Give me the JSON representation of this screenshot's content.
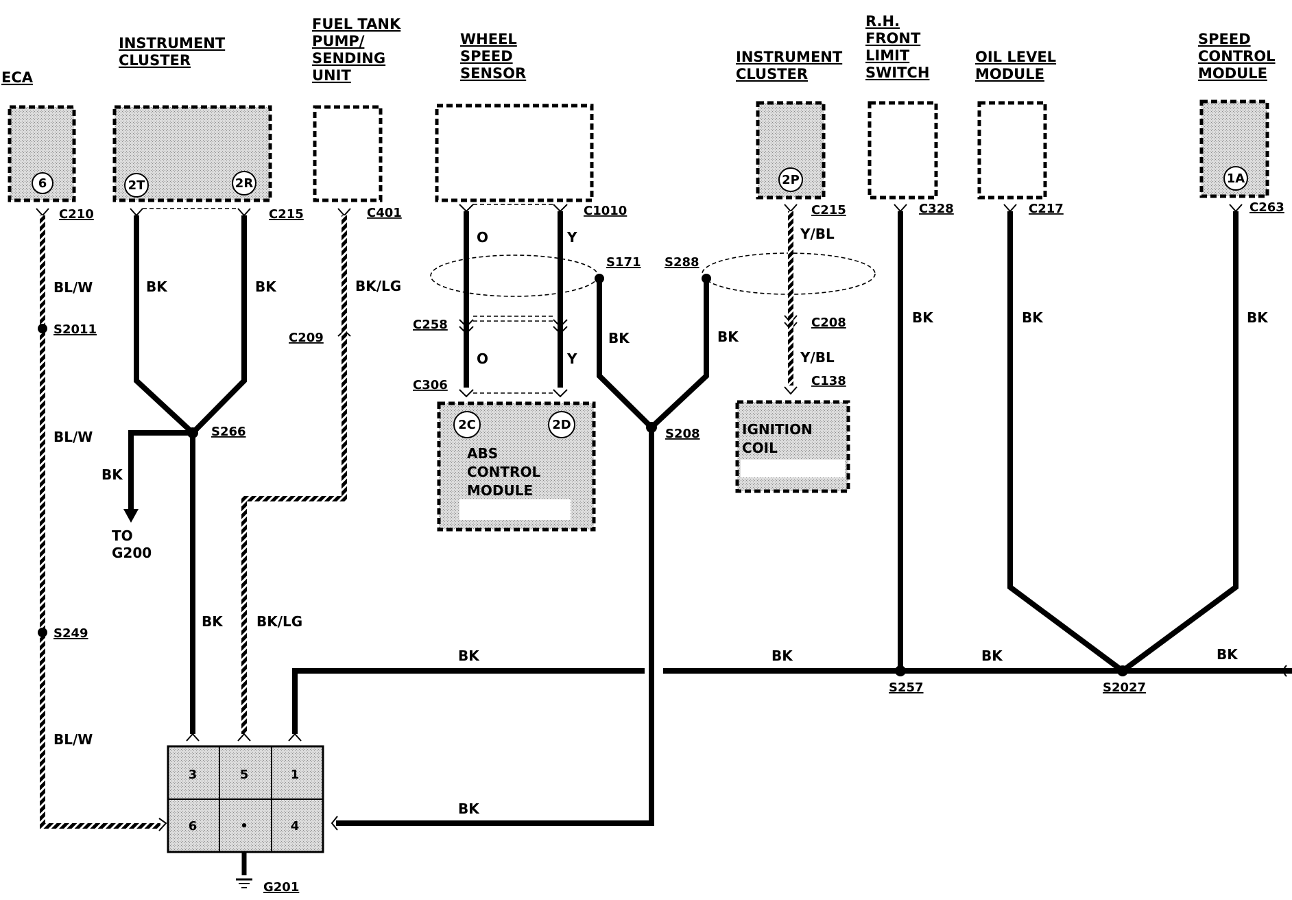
{
  "components": {
    "eca": {
      "title": [
        "ECA"
      ],
      "pin": "6",
      "connector": "C210"
    },
    "instrument_cluster_1": {
      "title": [
        "INSTRUMENT",
        "CLUSTER"
      ],
      "pins": [
        "2T",
        "2R"
      ],
      "connector": "C215"
    },
    "fuel_tank_pump": {
      "title": [
        "FUEL TANK",
        "PUMP/",
        "SENDING",
        "UNIT"
      ],
      "connector": "C401"
    },
    "wheel_speed_sensor": {
      "title": [
        "WHEEL",
        "SPEED",
        "SENSOR"
      ],
      "connector": "C1010"
    },
    "instrument_cluster_2": {
      "title": [
        "INSTRUMENT",
        "CLUSTER"
      ],
      "pin": "2P",
      "connector": "C215"
    },
    "rh_front_limit_switch": {
      "title": [
        "R.H.",
        "FRONT",
        "LIMIT",
        "SWITCH"
      ],
      "connector": "C328"
    },
    "oil_level_module": {
      "title": [
        "OIL LEVEL",
        "MODULE"
      ],
      "connector": "C217"
    },
    "speed_control_module": {
      "title": [
        "SPEED",
        "CONTROL",
        "MODULE"
      ],
      "pin": "1A",
      "connector": "C263"
    },
    "abs_control_module": {
      "title": [
        "ABS",
        "CONTROL",
        "MODULE"
      ],
      "pins": [
        "2C",
        "2D"
      ]
    },
    "ignition_coil": {
      "title": [
        "IGNITION",
        "COIL"
      ]
    }
  },
  "connectors": {
    "c209": "C209",
    "c258": "C258",
    "c306": "C306",
    "c208": "C208",
    "c138": "C138"
  },
  "splices": {
    "s2011": "S2011",
    "s249": "S249",
    "s266": "S266",
    "s171": "S171",
    "s288": "S288",
    "s208": "S208",
    "s257": "S257",
    "s2027": "S2027"
  },
  "wire_colors": {
    "bl_w": "BL/W",
    "bk": "BK",
    "bk_lg": "BK/LG",
    "o": "O",
    "y": "Y",
    "y_bl": "Y/BL"
  },
  "ground": {
    "label": "G201",
    "block_pins": [
      "3",
      "5",
      "1",
      "6",
      "•",
      "4"
    ]
  },
  "notes": {
    "to_g200": [
      "TO",
      "G200"
    ]
  },
  "colors": {
    "line": "#000000",
    "shading": "#c8c8c8",
    "background": "#ffffff"
  }
}
